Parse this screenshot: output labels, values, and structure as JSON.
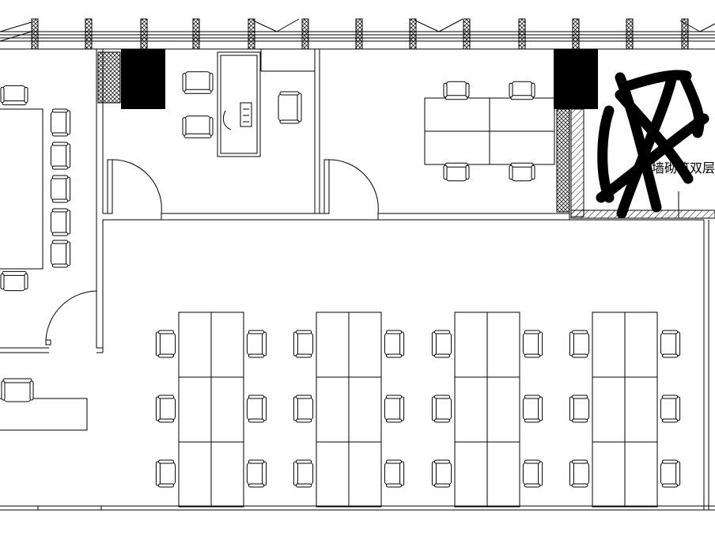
{
  "drawing": {
    "background": "#ffffff",
    "line_color": "#000000",
    "annotation_text": "砖墙砌筑双层隔",
    "elements": {
      "windows": "curtain-wall-windows",
      "walls": "partition-walls",
      "columns": "structural-columns",
      "doors": "door-swings",
      "desks": "workstation-desks",
      "chairs": "office-chairs",
      "scribble": "crossed-out-scribble"
    }
  }
}
